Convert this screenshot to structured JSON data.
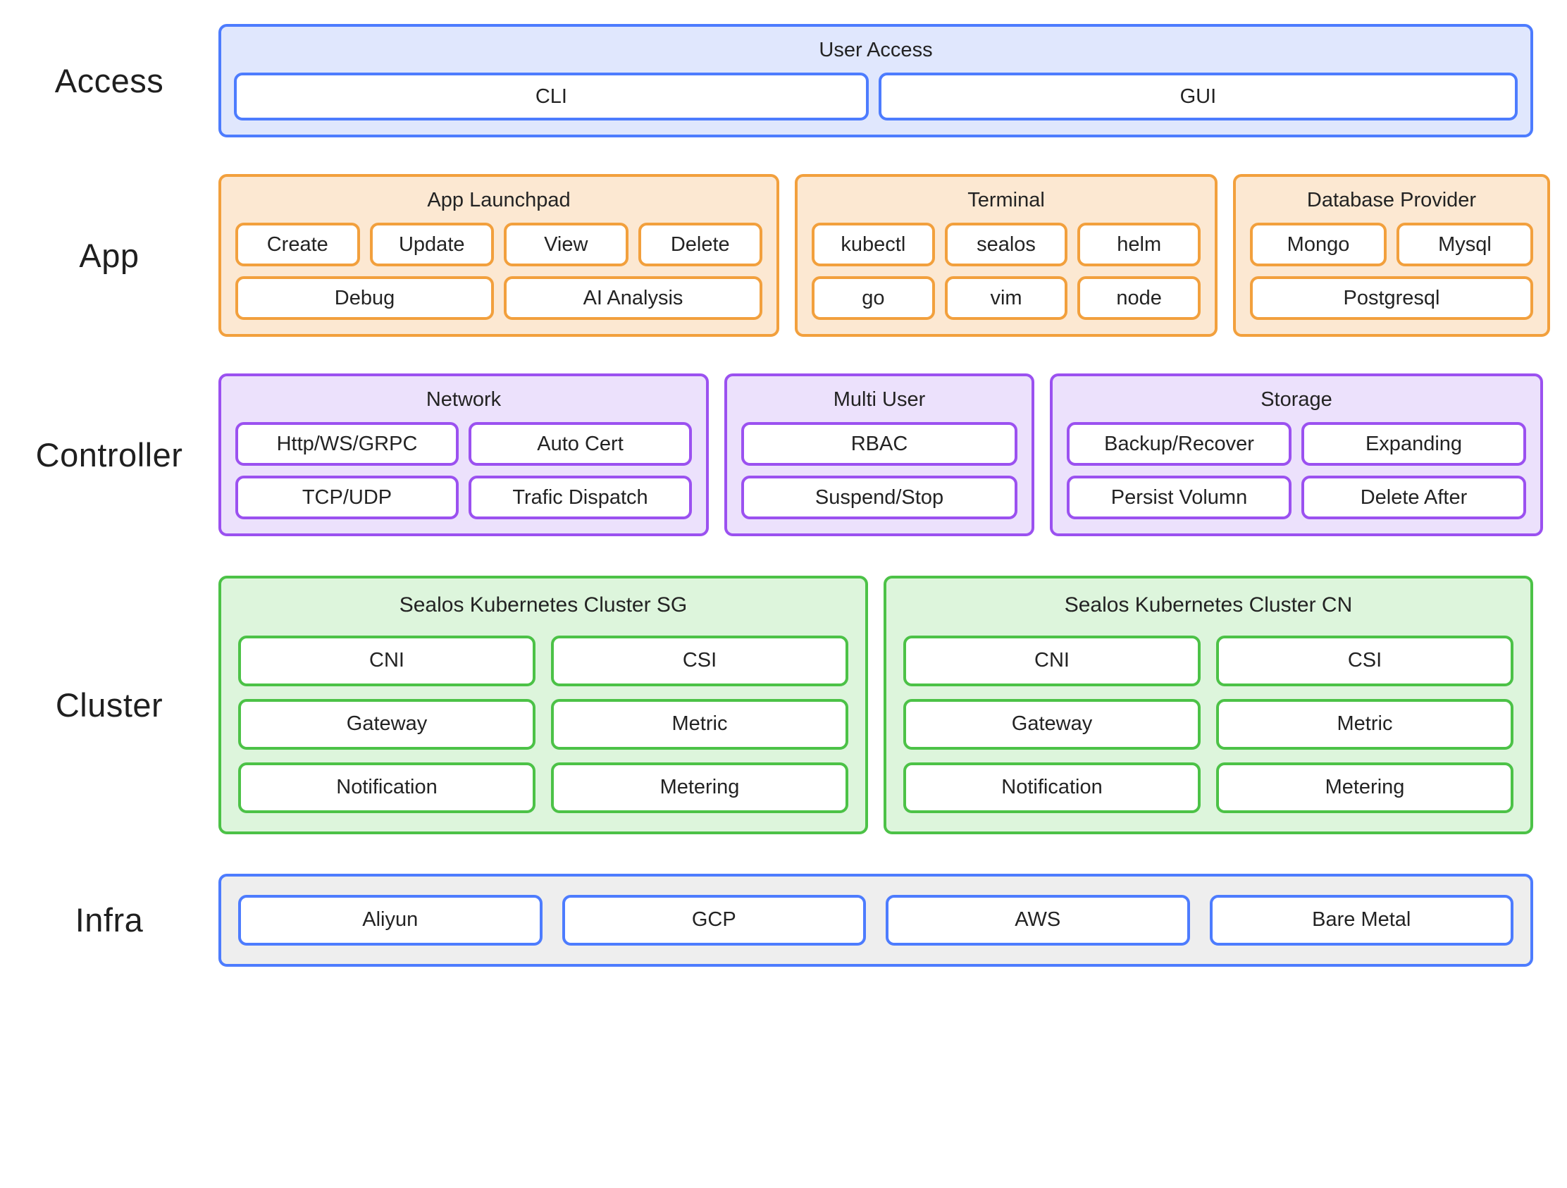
{
  "colors": {
    "access_border": "#4d7cfe",
    "access_fill": "#e0e7fd",
    "app_border": "#f2a03d",
    "app_fill": "#fce8d2",
    "controller_border": "#9b51f0",
    "controller_fill": "#ece1fc",
    "cluster_border": "#4cc247",
    "cluster_fill": "#ddf5dc",
    "infra_border": "#4d7cfe",
    "infra_fill": "#eeeeee",
    "chip_fill": "#ffffff",
    "text": "#232323"
  },
  "rows": [
    {
      "label": "Access",
      "groups": [
        {
          "title": "User Access",
          "items": [
            "CLI",
            "GUI"
          ]
        }
      ]
    },
    {
      "label": "App",
      "groups": [
        {
          "title": "App Launchpad",
          "row1": [
            "Create",
            "Update",
            "View",
            "Delete"
          ],
          "row2": [
            "Debug",
            "AI Analysis"
          ]
        },
        {
          "title": "Terminal",
          "row1": [
            "kubectl",
            "sealos",
            "helm"
          ],
          "row2": [
            "go",
            "vim",
            "node"
          ]
        },
        {
          "title": "Database Provider",
          "row1": [
            "Mongo",
            "Mysql"
          ],
          "row2": [
            "Postgresql"
          ]
        }
      ]
    },
    {
      "label": "Controller",
      "groups": [
        {
          "title": "Network",
          "row1": [
            "Http/WS/GRPC",
            "Auto Cert"
          ],
          "row2": [
            "TCP/UDP",
            "Trafic Dispatch"
          ]
        },
        {
          "title": "Multi User",
          "row1": [
            "RBAC"
          ],
          "row2": [
            "Suspend/Stop"
          ]
        },
        {
          "title": "Storage",
          "row1": [
            "Backup/Recover",
            "Expanding"
          ],
          "row2": [
            "Persist Volumn",
            "Delete After"
          ]
        }
      ]
    },
    {
      "label": "Cluster",
      "groups": [
        {
          "title": "Sealos Kubernetes Cluster SG",
          "items": [
            "CNI",
            "CSI",
            "Gateway",
            "Metric",
            "Notification",
            "Metering"
          ]
        },
        {
          "title": "Sealos Kubernetes Cluster CN",
          "items": [
            "CNI",
            "CSI",
            "Gateway",
            "Metric",
            "Notification",
            "Metering"
          ]
        }
      ]
    },
    {
      "label": "Infra",
      "groups": [
        {
          "title": "",
          "items": [
            "Aliyun",
            "GCP",
            "AWS",
            "Bare Metal"
          ]
        }
      ]
    }
  ]
}
